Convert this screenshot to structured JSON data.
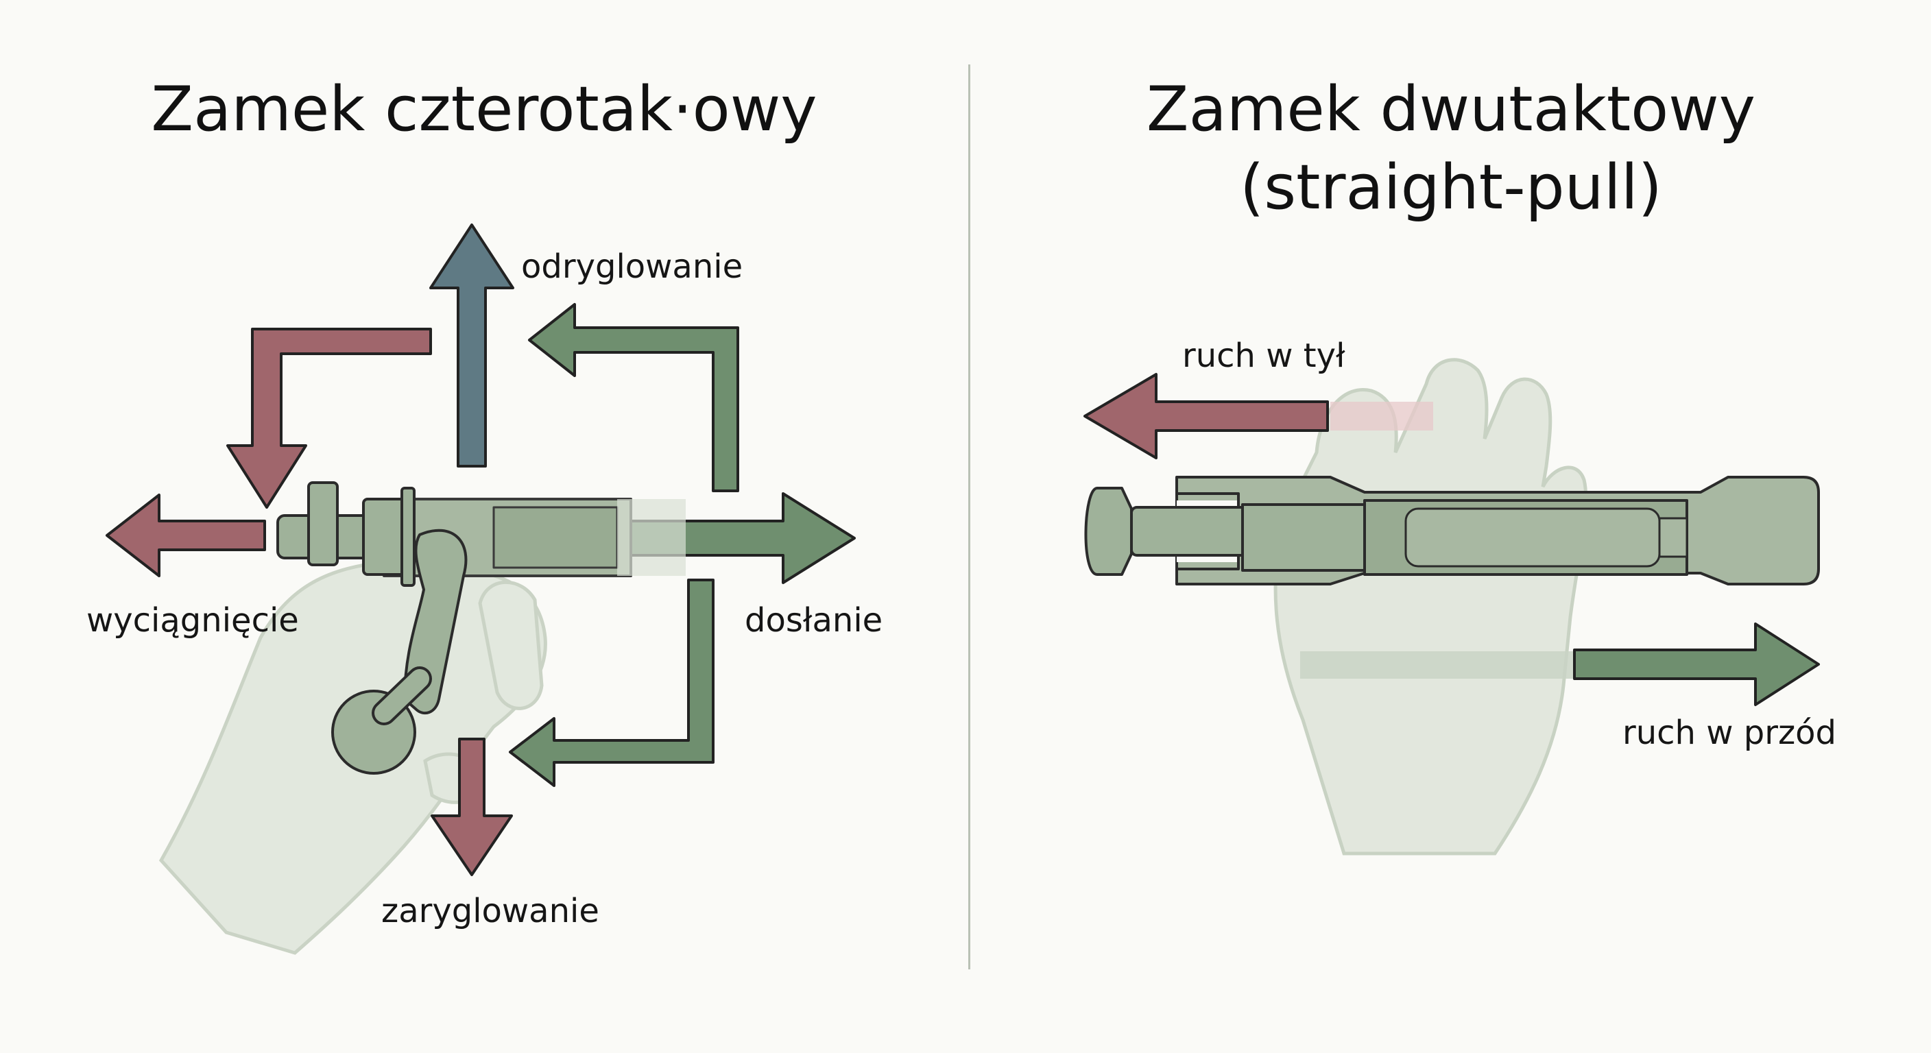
{
  "left_panel": {
    "title": "Zamek czterotak·owy",
    "labels": {
      "unlock": "odryglowanie",
      "extract": "wyciągnięcie",
      "feed": "dosłanie",
      "lock": "zaryglowanie"
    }
  },
  "right_panel": {
    "title_line1": "Zamek dwutaktowy",
    "title_line2": "(straight-pull)",
    "labels": {
      "back": "ruch w tył",
      "forward": "ruch w przód"
    }
  },
  "colors": {
    "red_arrow": "#a0666c",
    "green_arrow": "#6f8f6f",
    "blue_arrow": "#5f7a84",
    "bolt": "#9fb29a",
    "hand": "#dfe6da",
    "outline": "#222222"
  }
}
